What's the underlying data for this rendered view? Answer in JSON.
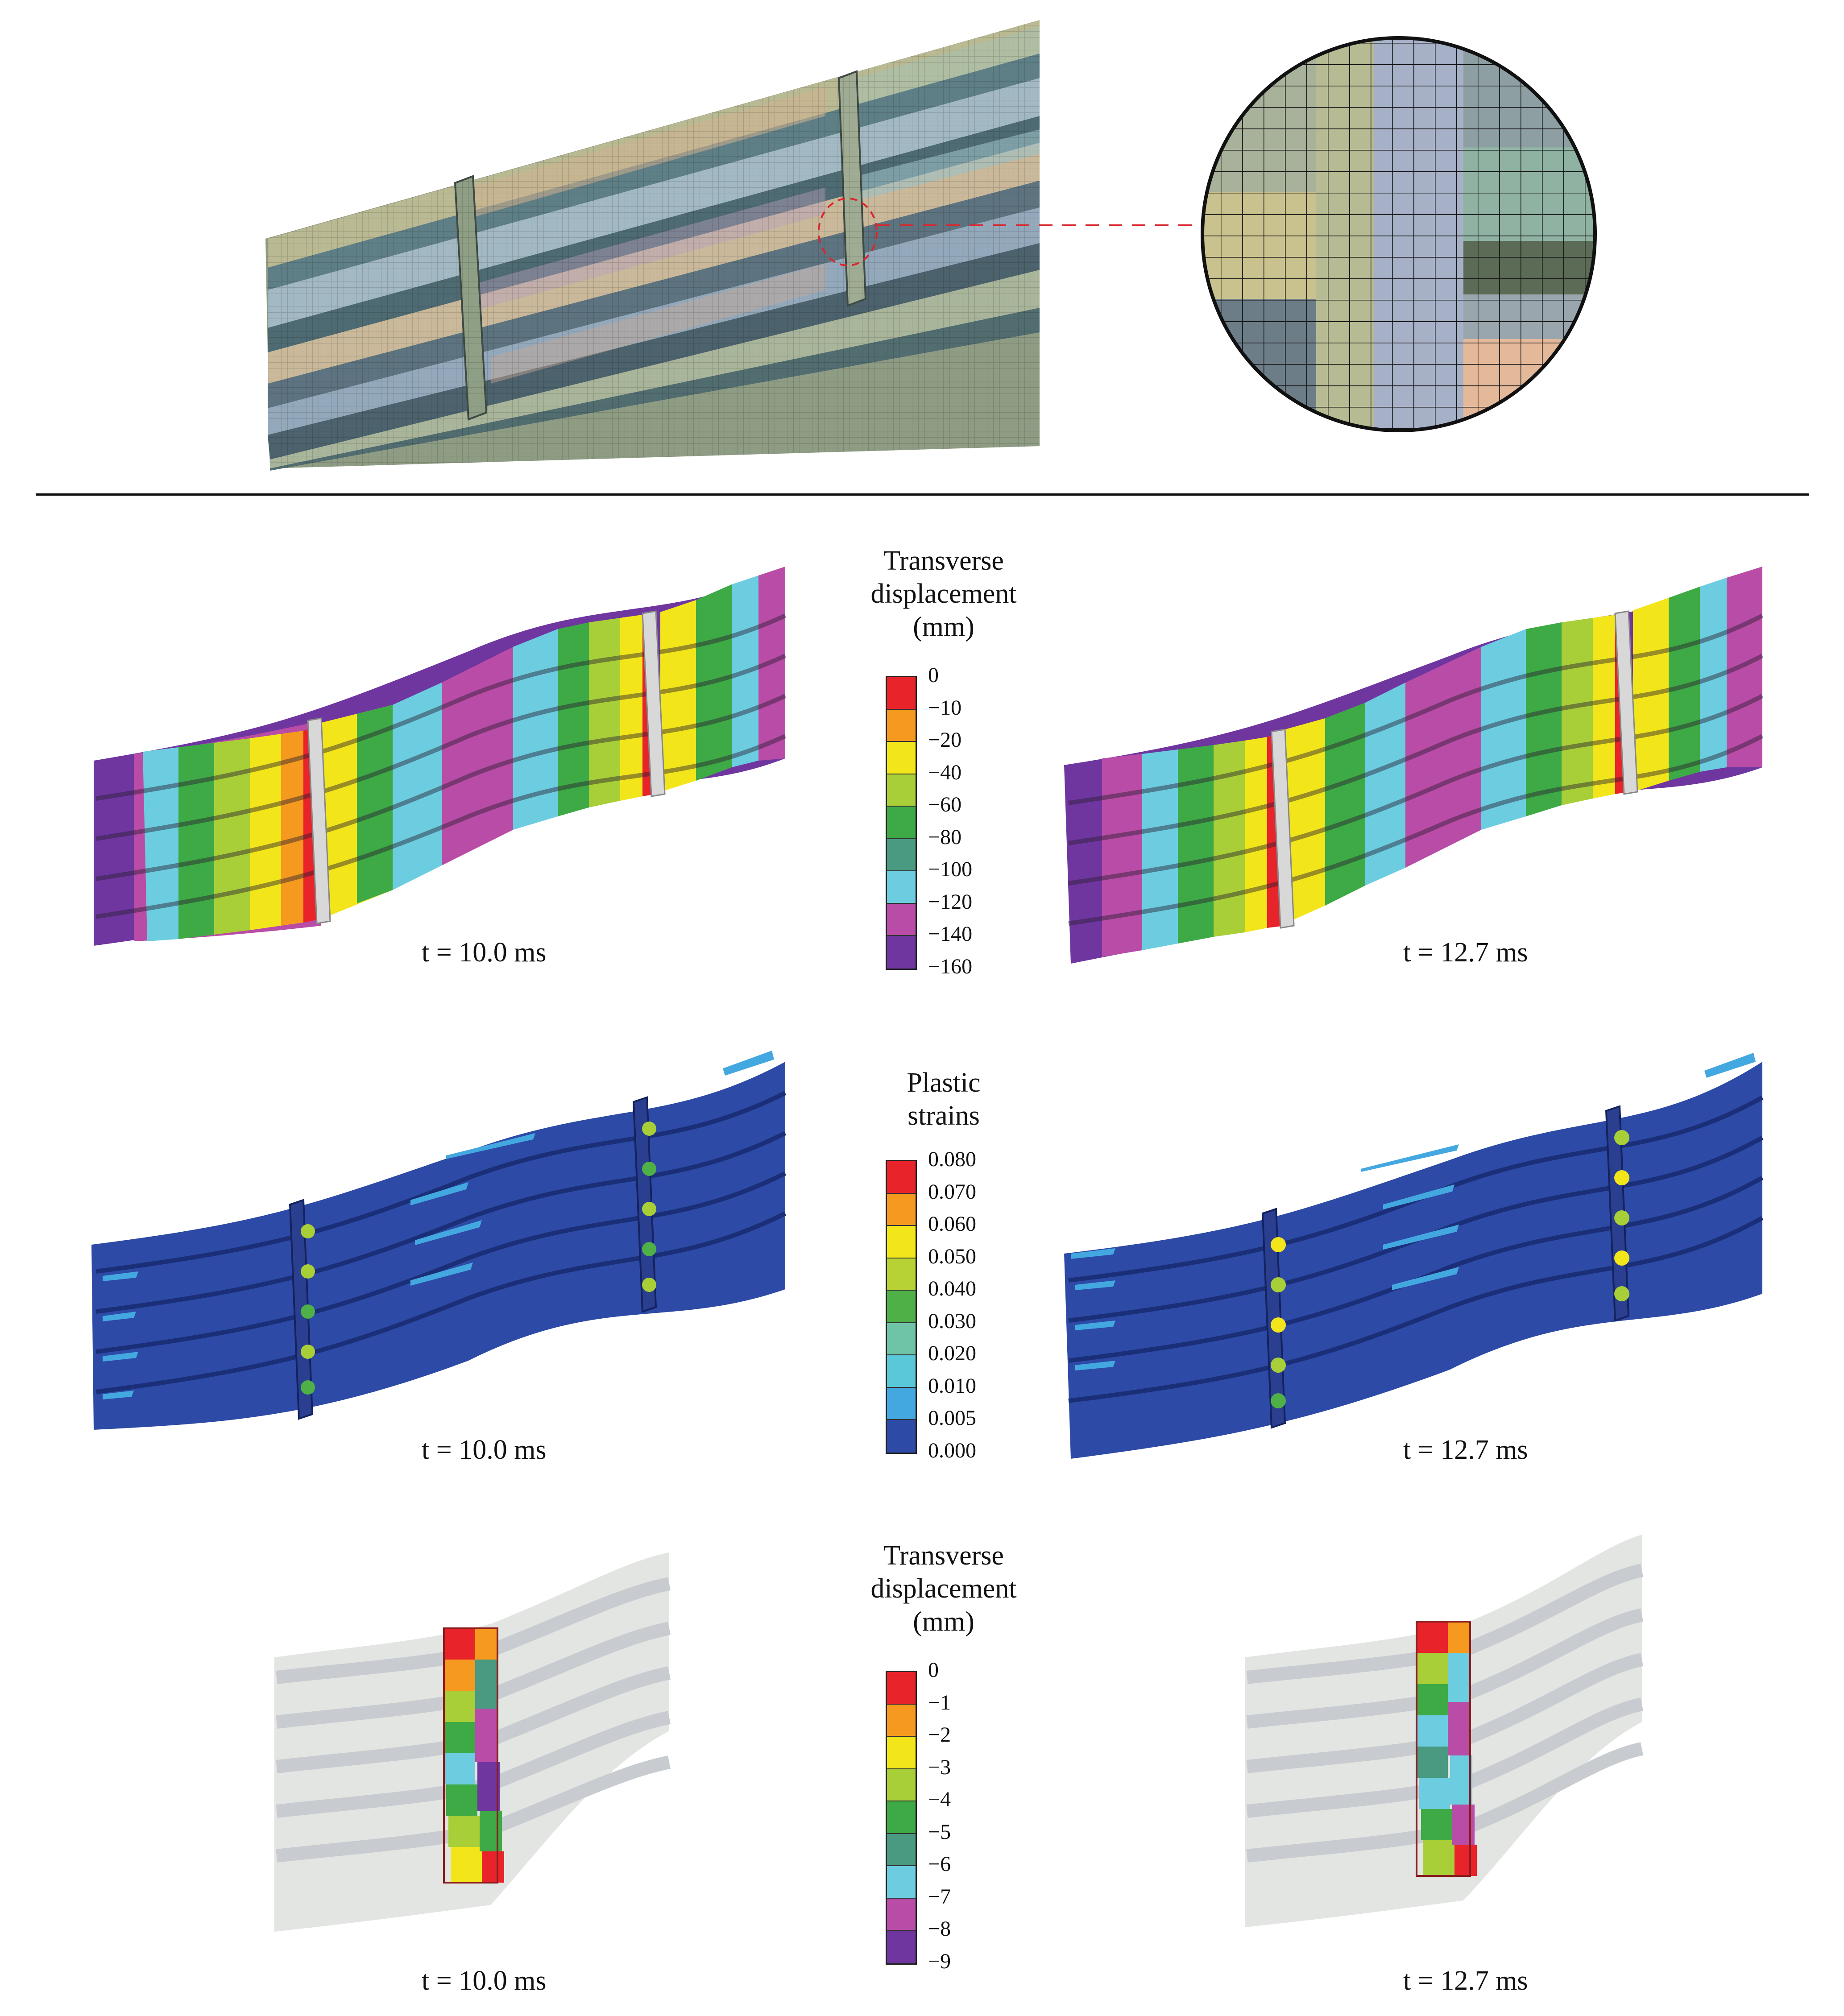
{
  "legends": [
    {
      "id": "displacement-1",
      "title_lines": [
        "Transverse",
        "displacement",
        "(mm)"
      ],
      "labels": [
        "0",
        "−10",
        "−20",
        "−40",
        "−60",
        "−80",
        "−100",
        "−120",
        "−140",
        "−160"
      ],
      "colors": [
        "#e8232a",
        "#f59a1e",
        "#f2e61b",
        "#a8cf38",
        "#3eaa46",
        "#4a9a82",
        "#6ccde0",
        "#b94ca6",
        "#6f36a0"
      ]
    },
    {
      "id": "plastic-strain",
      "title_lines": [
        "Plastic",
        "strains"
      ],
      "labels": [
        "0.080",
        "0.070",
        "0.060",
        "0.050",
        "0.040",
        "0.030",
        "0.020",
        "0.010",
        "0.005",
        "0.000"
      ],
      "colors": [
        "#e8232a",
        "#f59a1e",
        "#f2e61b",
        "#b6d234",
        "#4fb047",
        "#6fc3a6",
        "#5ac8d8",
        "#44a8e0",
        "#2d4aa6"
      ]
    },
    {
      "id": "displacement-2",
      "title_lines": [
        "Transverse",
        "displacement",
        "(mm)"
      ],
      "labels": [
        "0",
        "−1",
        "−2",
        "−3",
        "−4",
        "−5",
        "−6",
        "−7",
        "−8",
        "−9"
      ],
      "colors": [
        "#e8232a",
        "#f59a1e",
        "#f2e61b",
        "#a8cf38",
        "#3eaa46",
        "#4a9a82",
        "#6ccde0",
        "#b94ca6",
        "#6f36a0"
      ]
    }
  ],
  "time_labels": {
    "row1_left": "t = 10.0 ms",
    "row1_right": "t = 12.7 ms",
    "row2_left": "t = 10.0 ms",
    "row2_right": "t = 12.7 ms",
    "row3_left": "t = 10.0 ms",
    "row3_right": "t = 12.7 ms"
  }
}
